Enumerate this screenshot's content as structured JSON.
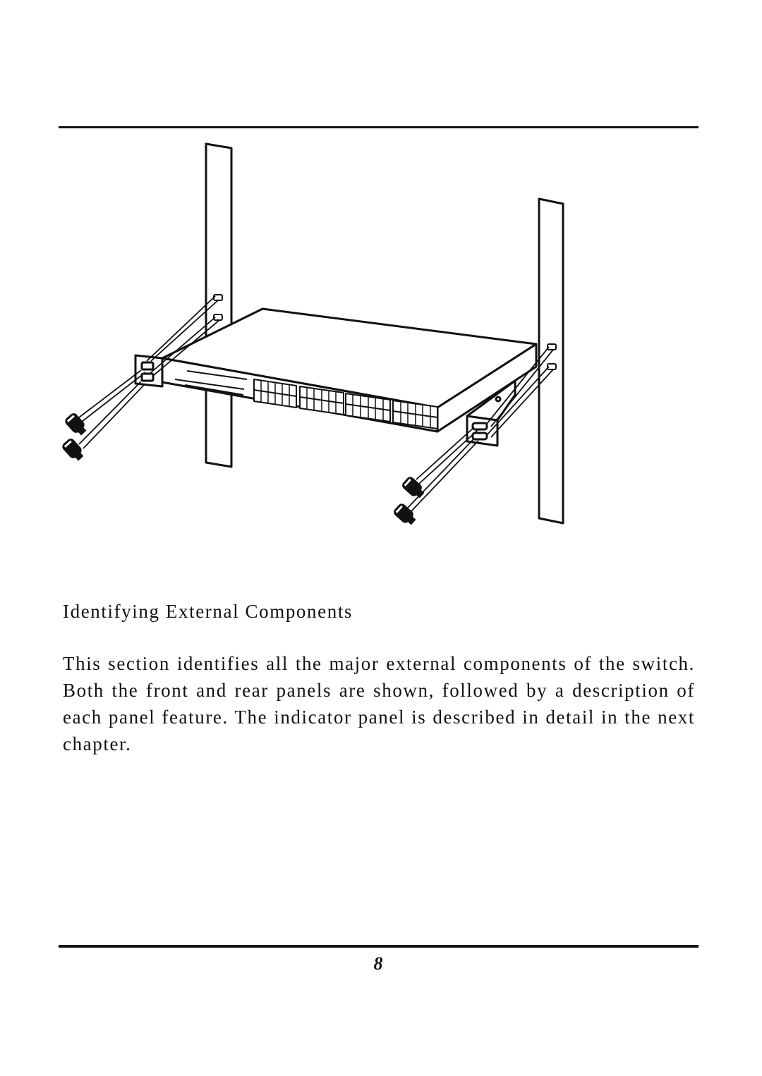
{
  "section": {
    "heading": "Identifying External Components",
    "body": "This section identifies all the major external components of the switch. Both the front and rear panels are shown, followed by a description of each panel feature. The indicator panel is described in detail in the next chapter."
  },
  "footer": {
    "page_number": "8"
  },
  "figure": {
    "icons": [
      "rack-post-icon",
      "network-switch-icon",
      "mounting-bracket-icon",
      "screw-icon"
    ]
  }
}
